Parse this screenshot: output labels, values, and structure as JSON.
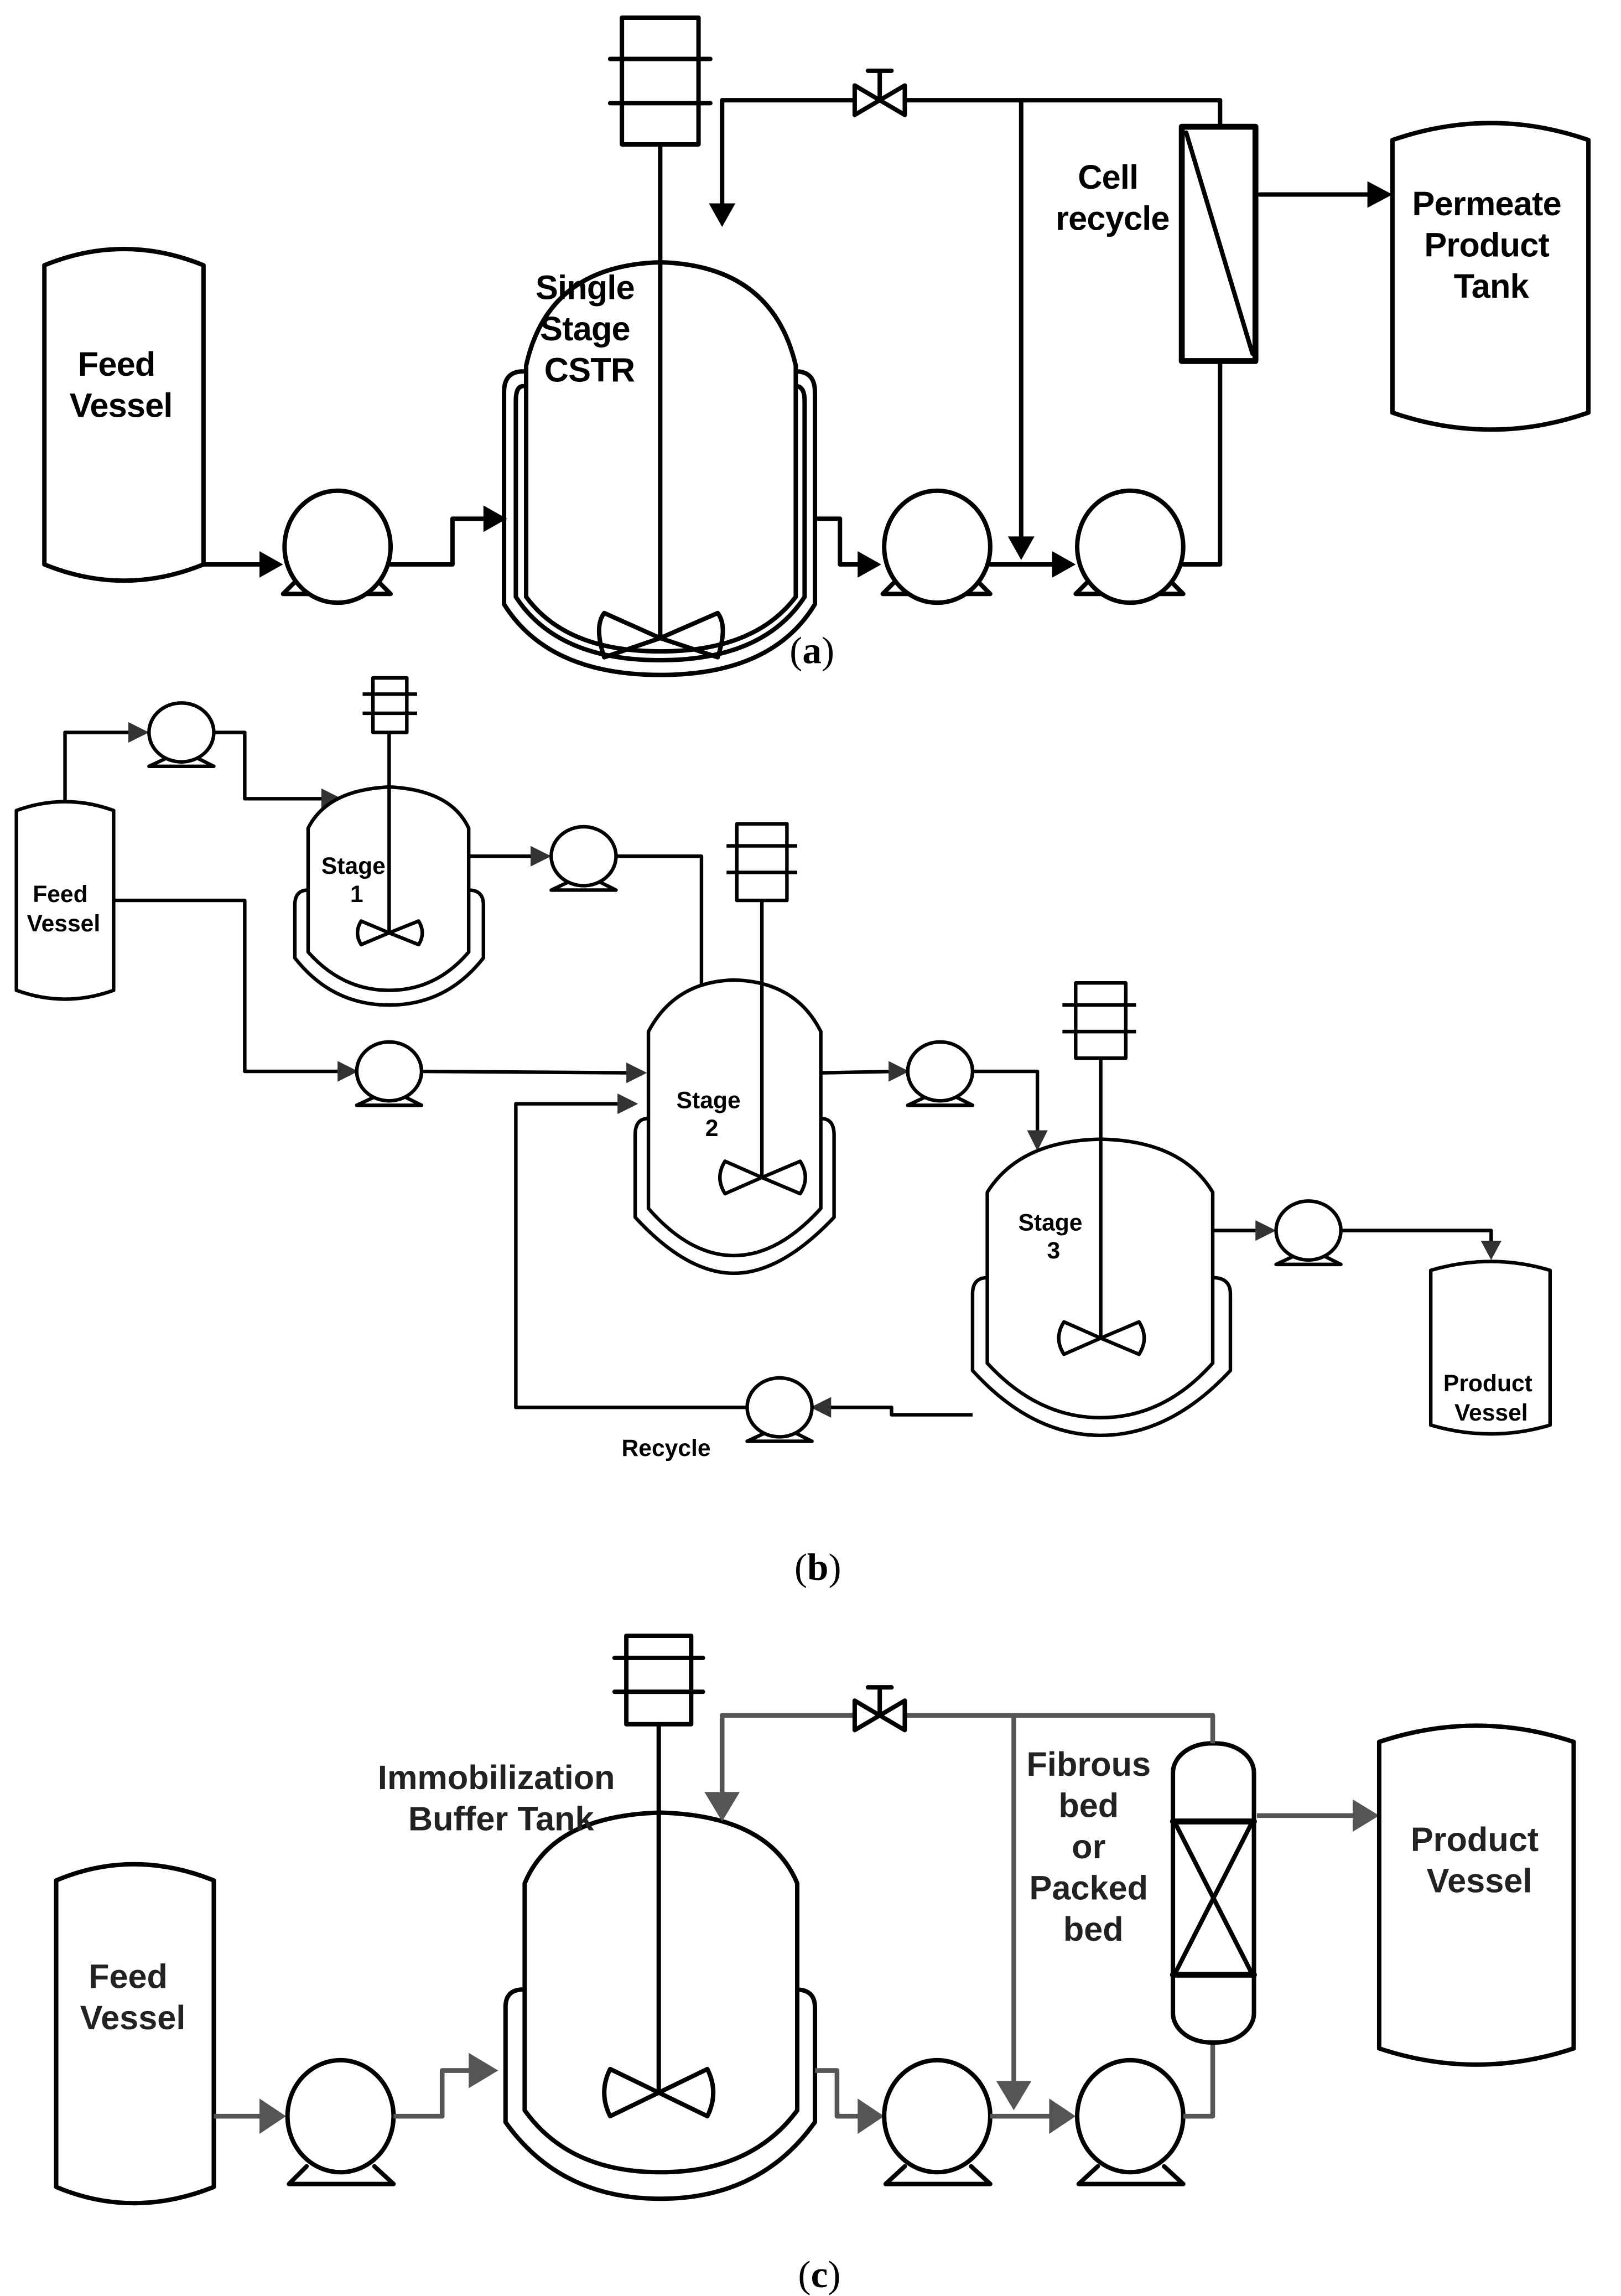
{
  "figure": {
    "panels": [
      {
        "id": "a",
        "caption_open": "(",
        "caption_letter": "a",
        "caption_close": ")",
        "labels": {
          "feed_vessel": [
            "Feed",
            "Vessel"
          ],
          "reactor": [
            "Single",
            "Stage",
            "CSTR"
          ],
          "separator": [
            "Cell",
            "recycle"
          ],
          "product_tank": [
            "Permeate",
            "Product",
            "Tank"
          ]
        },
        "line_color": "#000000"
      },
      {
        "id": "b",
        "caption_open": "(",
        "caption_letter": "b",
        "caption_close": ")",
        "labels": {
          "feed_vessel": [
            "Feed",
            "Vessel"
          ],
          "stage1": [
            "Stage",
            "1"
          ],
          "stage2": [
            "Stage",
            "2"
          ],
          "stage3": [
            "Stage",
            "3"
          ],
          "recycle": "Recycle",
          "product_vessel": [
            "Product",
            "Vessel"
          ]
        },
        "line_color": "#000000",
        "arrow_color": "#333333"
      },
      {
        "id": "c",
        "caption_open": "(",
        "caption_letter": "c",
        "caption_close": ")",
        "labels": {
          "feed_vessel": [
            "Feed",
            "Vessel"
          ],
          "reactor": [
            "Immobilization",
            "Buffer Tank"
          ],
          "column": [
            "Fibrous",
            "bed",
            "or",
            "Packed",
            "bed"
          ],
          "product_vessel": [
            "Product",
            "Vessel"
          ]
        },
        "line_color": "#000000",
        "pipe_color": "#555555"
      }
    ]
  }
}
